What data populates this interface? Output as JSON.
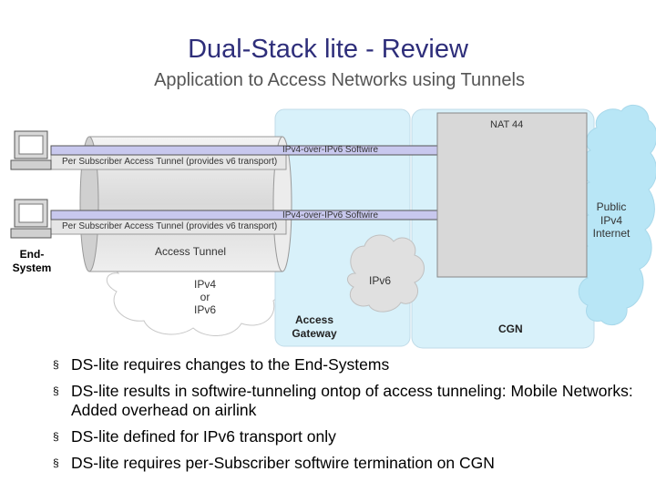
{
  "title": "Dual-Stack lite - Review",
  "subtitle": "Application to Access Networks using Tunnels",
  "diagram": {
    "nat_label": "NAT 44",
    "softwire_label_1": "IPv4-over-IPv6 Softwire",
    "softwire_label_2": "IPv4-over-IPv6 Softwire",
    "tunnel_label_1": "Per Subscriber Access Tunnel (provides v6 transport)",
    "tunnel_label_2": "Per Subscriber Access Tunnel (provides v6 transport)",
    "access_tunnel_label": "Access Tunnel",
    "end_system_label": "End-\nSystem",
    "ipv4_or_ipv6_label": "IPv4\nor\nIPv6",
    "ipv6_label": "IPv6",
    "access_gateway_label": "Access\nGateway",
    "cgn_label": "CGN",
    "public_ipv4_label": "Public\nIPv4\nInternet"
  },
  "bullets": [
    "DS-lite requires changes to the End-Systems",
    "DS-lite results in softwire-tunneling ontop of access tunneling: Mobile Networks: Added overhead on airlink",
    "DS-lite defined for IPv6 transport only",
    "DS-lite requires per-Subscriber softwire termination on CGN"
  ],
  "colors": {
    "title": "#2e2e7a",
    "gateway_fill": "#d8f1fa",
    "cgn_fill": "#d8f1fa",
    "internet_cloud": "#b8e6f6",
    "softwire_fill": "#c8c8ee",
    "nat_fill": "#d8d8d8"
  }
}
